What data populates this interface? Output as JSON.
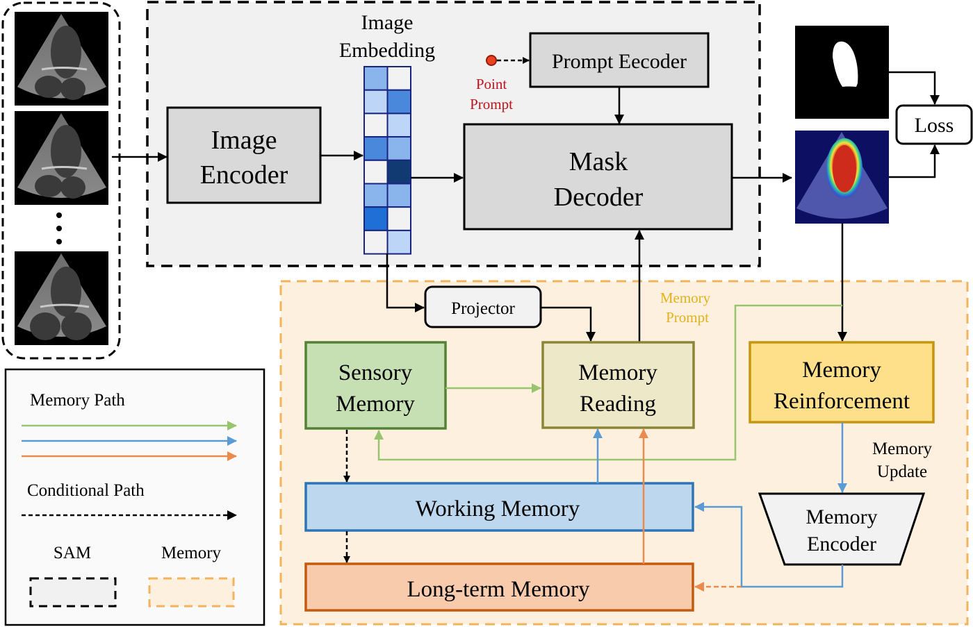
{
  "colors": {
    "sam_region_fill": "#f1f1f1",
    "memory_region_fill": "#fdf0df",
    "memory_region_border": "#f2b35b",
    "block_gray": "#d9d9d9",
    "green_path": "#97c46e",
    "blue_path": "#5b9bd5",
    "orange_path": "#ec8a4e",
    "sensory_fill": "#c6e0b4",
    "sensory_border": "#548235",
    "reading_fill": "#ede8c8",
    "reading_border": "#8c8536",
    "reinforcement_fill": "#ffe08a",
    "reinforcement_border": "#c6960d",
    "working_fill": "#bdd7ee",
    "working_border": "#2e75b6",
    "longterm_fill": "#f8cbad",
    "longterm_border": "#c55a11",
    "point_prompt": "#e8431f"
  },
  "input": {
    "frames": [
      "echo-frame-1",
      "echo-frame-2",
      "echo-frame-n"
    ],
    "ellipsis": "⋮"
  },
  "sam": {
    "image_encoder": [
      "Image",
      "Encoder"
    ],
    "image_embedding_title": [
      "Image",
      "Embedding"
    ],
    "embedding_cells": [
      [
        "#8ab4ec",
        "#f2f2f2"
      ],
      [
        "#bdd5f7",
        "#4a88dc"
      ],
      [
        "#f2f2f2",
        "#bdd5f7"
      ],
      [
        "#4a88dc",
        "#8ab4ec"
      ],
      [
        "#f2f2f2",
        "#123a72"
      ],
      [
        "#8ab4ec",
        "#8ab4ec"
      ],
      [
        "#1f6fd6",
        "#f2f2f2"
      ],
      [
        "#f2f2f2",
        "#bdd5f7"
      ]
    ],
    "point_prompt": [
      "Point",
      "Prompt"
    ],
    "prompt_encoder": "Prompt Eecoder",
    "mask_decoder": [
      "Mask",
      "Decoder"
    ]
  },
  "output": {
    "ground_truth": "ground-truth-mask",
    "prediction": "predicted-heatmap",
    "loss": "Loss"
  },
  "memory": {
    "projector": "Projector",
    "memory_prompt": [
      "Memory",
      "Prompt"
    ],
    "sensory": [
      "Sensory",
      "Memory"
    ],
    "reading": [
      "Memory",
      "Reading"
    ],
    "reinforcement": [
      "Memory",
      "Reinforcement"
    ],
    "memory_update": [
      "Memory",
      "Update"
    ],
    "encoder": [
      "Memory",
      "Encoder"
    ],
    "working": "Working Memory",
    "longterm": "Long-term Memory"
  },
  "legend": {
    "memory_path": "Memory Path",
    "conditional_path": "Conditional Path",
    "sam": "SAM",
    "memory": "Memory"
  }
}
